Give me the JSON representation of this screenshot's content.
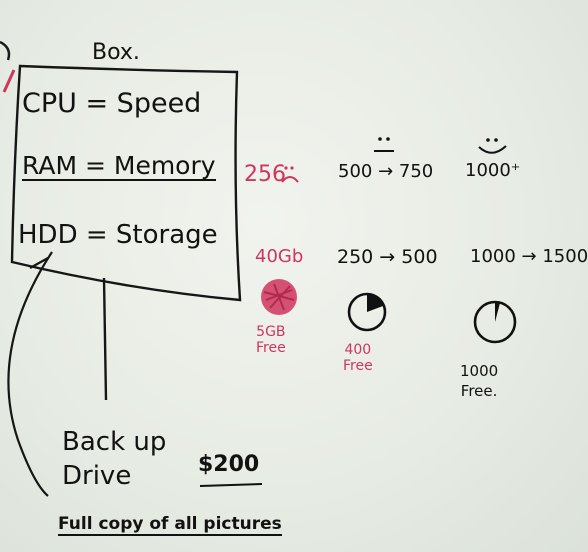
{
  "box": {
    "title": "Box.",
    "items": [
      "CPU = Speed",
      "RAM = Memory",
      "HDD = Storage"
    ]
  },
  "ram_row": {
    "low": "256",
    "mid": "500 → 750",
    "high": "1000⁺"
  },
  "hdd_row": {
    "low": "40Gb",
    "mid": "250 → 500",
    "high": "1000 → 1500"
  },
  "disks": [
    {
      "label": "5GB\nFree",
      "color": "#d0355e"
    },
    {
      "label": "400\nFree",
      "color": "#d0355e"
    },
    {
      "label": "1000\nFree.",
      "color": "#121212"
    }
  ],
  "backup": {
    "label": "Back up\nDrive",
    "price": "$200",
    "note": "Full copy of all pictures"
  },
  "colors": {
    "board": "#e9eee6",
    "ink": "#121212",
    "red_marker": "#d0355e"
  }
}
